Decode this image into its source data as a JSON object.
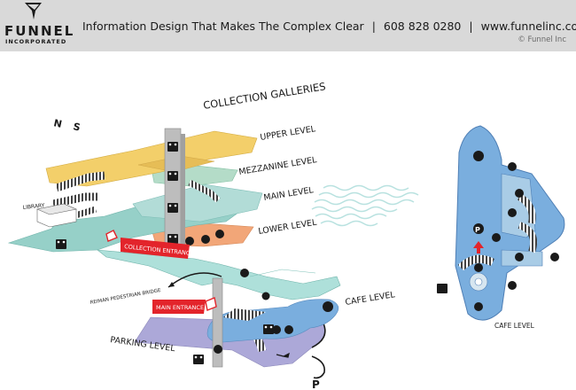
{
  "header": {
    "brand_name": "FUNNEL",
    "brand_sub": "INCORPORATED",
    "tagline": "Information Design That Makes The Complex Clear",
    "phone": "608 828 0280",
    "website": "www.funnelinc.com",
    "copyright": "© Funnel Inc"
  },
  "diagram": {
    "title": "COLLECTION GALLERIES",
    "compass": [
      "N",
      "S"
    ],
    "levels": {
      "upper": "UPPER LEVEL",
      "mezzanine": "MEZZANINE LEVEL",
      "main": "MAIN LEVEL",
      "lower": "LOWER LEVEL",
      "cafe": "CAFE LEVEL",
      "parking": "PARKING LEVEL"
    },
    "callouts": {
      "library": "LIBRARY",
      "collection_entrance": "COLLECTION ENTRANCE",
      "main_entrance": "MAIN ENTRANCE",
      "bridge": "REIMAN PEDESTRIAN BRIDGE",
      "parking_symbol": "P"
    },
    "inset": {
      "label": "CAFE LEVEL",
      "parking_symbol": "P"
    },
    "colors": {
      "upper": "#f3cf6a",
      "mezzanine": "#b4dcc8",
      "main": "#b2dcd7",
      "lower": "#f2a678",
      "teal_floor": "#96d0c8",
      "cafe": "#7aaede",
      "parking": "#aca8d8",
      "entrance_red": "#e3242b",
      "core": "#bdbdbd"
    }
  }
}
